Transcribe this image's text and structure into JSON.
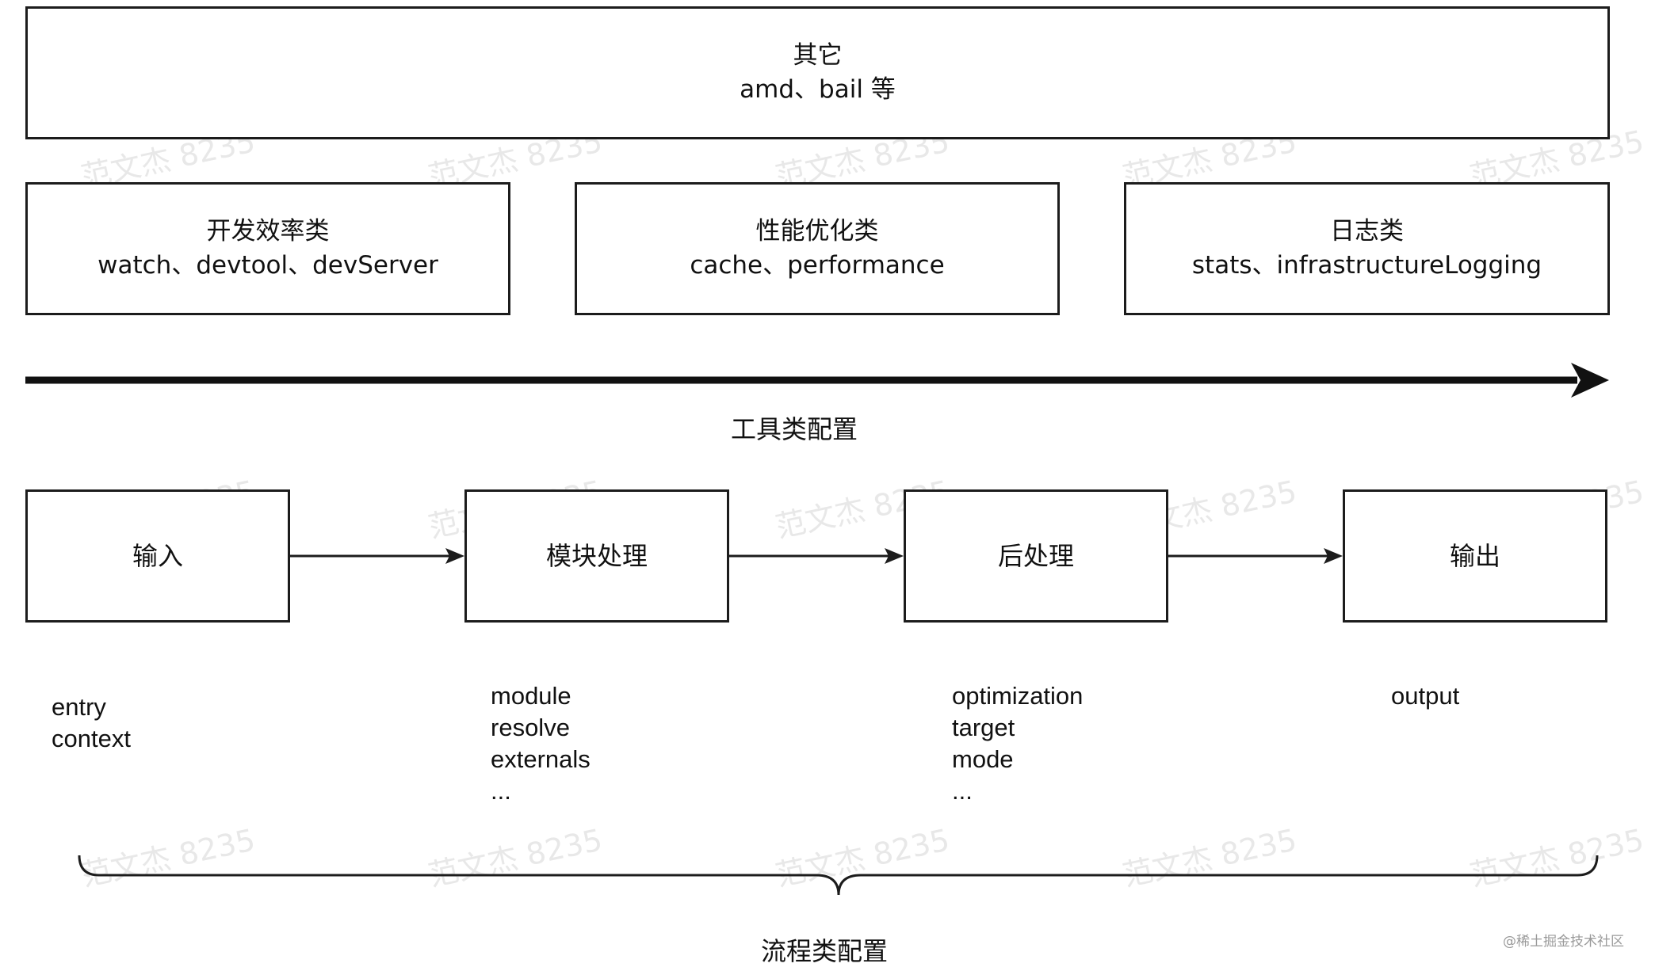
{
  "top_box": {
    "title": "其它",
    "sub": "amd、bail 等"
  },
  "tool_boxes": [
    {
      "title": "开发效率类",
      "sub": "watch、devtool、devServer"
    },
    {
      "title": "性能优化类",
      "sub": "cache、performance"
    },
    {
      "title": "日志类",
      "sub": "stats、infrastructureLogging"
    }
  ],
  "tool_axis_label": "工具类配置",
  "flow_steps": [
    {
      "title": "输入",
      "options": [
        "entry",
        "context"
      ]
    },
    {
      "title": "模块处理",
      "options": [
        "module",
        "resolve",
        "externals",
        "..."
      ]
    },
    {
      "title": "后处理",
      "options": [
        "optimization",
        "target",
        "mode",
        "..."
      ]
    },
    {
      "title": "输出",
      "options": [
        "output"
      ]
    }
  ],
  "flow_label": "流程类配置",
  "watermark_text": "范文杰 8235",
  "source_mark": "@稀土掘金技术社区",
  "colors": {
    "stroke": "#1c1c1c",
    "watermark": "#e8e8e8"
  }
}
